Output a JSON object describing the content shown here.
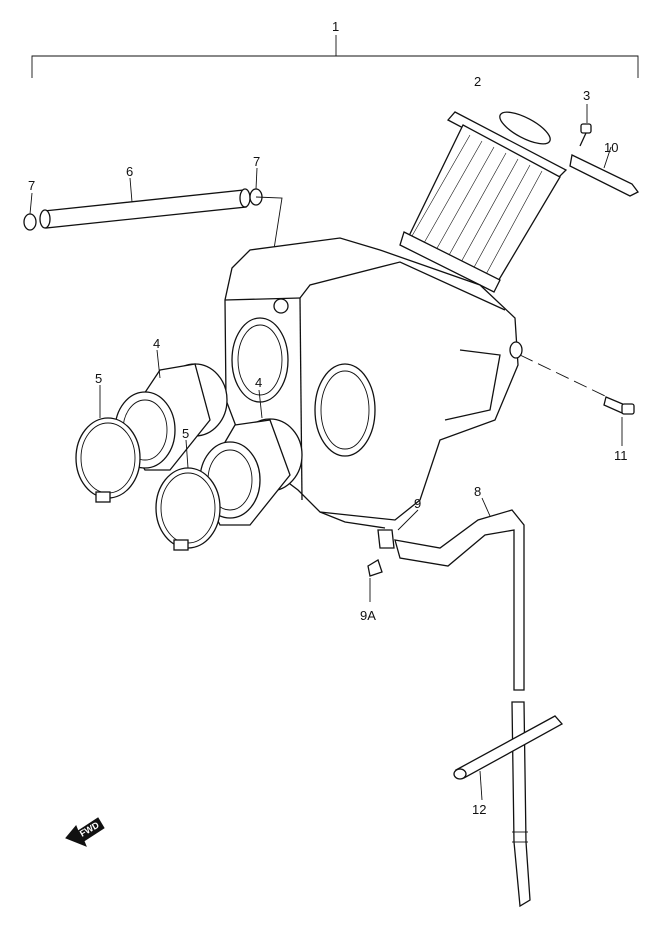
{
  "diagram": {
    "callouts": {
      "c1": "1",
      "c2": "2",
      "c3": "3",
      "c4a": "4",
      "c4b": "4",
      "c5a": "5",
      "c5b": "5",
      "c6": "6",
      "c7a": "7",
      "c7b": "7",
      "c8": "8",
      "c9": "9",
      "c9a": "9A",
      "c10": "10",
      "c11": "11",
      "c12": "12"
    },
    "fwd_label": "FWD"
  }
}
